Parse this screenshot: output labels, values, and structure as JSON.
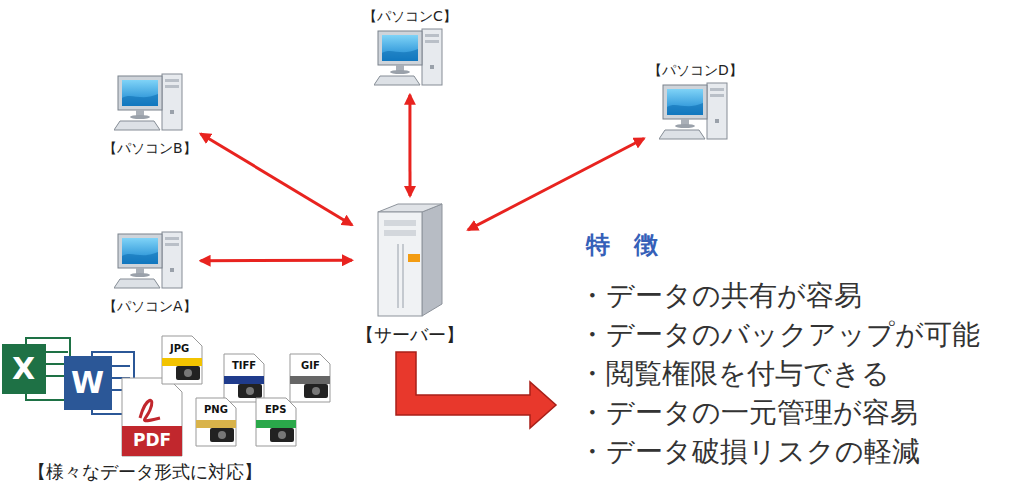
{
  "diagram": {
    "nodes": [
      {
        "text": [
          "【パソコンA】"
        ]
      },
      {
        "text": [
          "【パソコンB】"
        ]
      },
      {
        "text": [
          "【パソコンC】"
        ]
      },
      {
        "text": [
          "【パソコンD】"
        ]
      },
      {
        "text": [
          "【サーバー】"
        ]
      }
    ],
    "edges": [
      {
        "from": 4,
        "to": 0,
        "arrow": "both"
      },
      {
        "from": 4,
        "to": 1,
        "arrow": "both"
      },
      {
        "from": 4,
        "to": 2,
        "arrow": "both"
      },
      {
        "from": 4,
        "to": 3,
        "arrow": "both"
      }
    ],
    "labels": [
      "特　徴",
      "・データの共有が容易",
      "・データのバックアップが可能",
      "・閲覧権限を付与できる",
      "・データの一元管理が容易",
      "・データ破損リスクの軽減",
      "X",
      "W",
      "PDF",
      "JPG",
      "TIFF",
      "GIF",
      "PNG",
      "EPS",
      "【様々なデータ形式に対応】"
    ]
  }
}
